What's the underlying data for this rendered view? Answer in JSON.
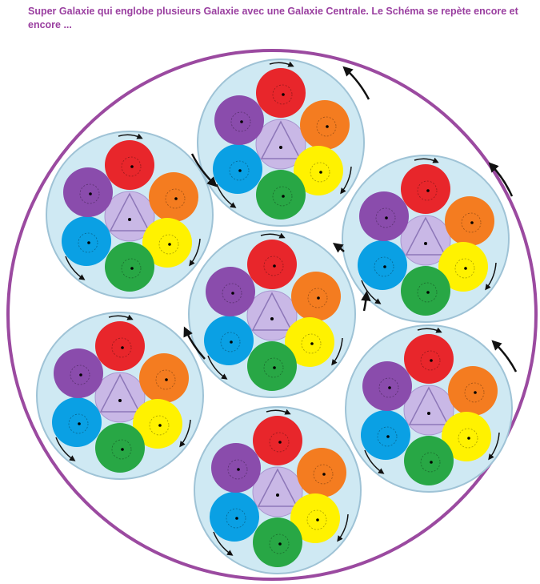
{
  "caption": "Super Galaxie qui englobe plusieurs Galaxie avec une Galaxie Centrale.  Le Schéma se repète encore et encore ...",
  "colors": {
    "outer_ring": "#9b4aa0",
    "cluster_fill": "#cfe9f3",
    "cluster_stroke": "#9fc3d6",
    "center_disc": "#c9b8e6",
    "triangle": "#8d77b8",
    "red": "#e8262b",
    "orange": "#f47c20",
    "yellow": "#fff200",
    "green": "#28a745",
    "blue": "#0aa0e4",
    "purple": "#8a4cac",
    "arrow": "#111111"
  },
  "planet_order": [
    "red",
    "orange",
    "yellow",
    "green",
    "blue",
    "purple"
  ],
  "cluster_count": 7
}
